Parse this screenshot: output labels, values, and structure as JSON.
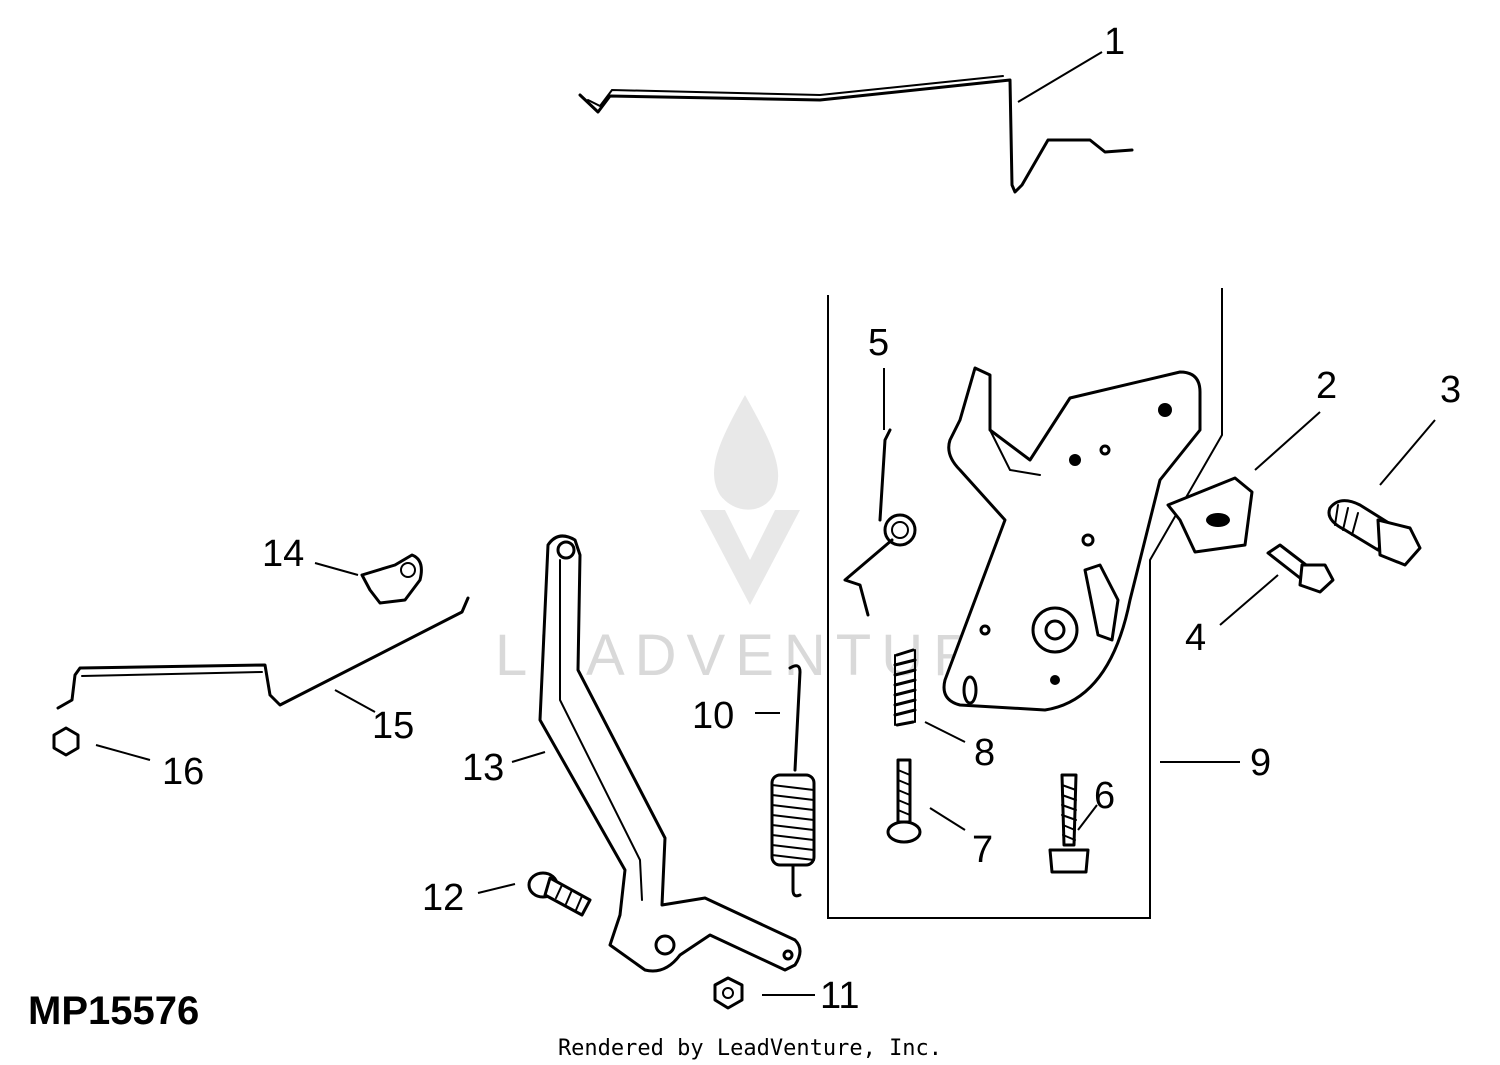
{
  "diagram": {
    "code": "MP15576",
    "credit": "Rendered by LeadVenture, Inc.",
    "watermark": "LEADVENTURE",
    "callouts": [
      "1",
      "2",
      "3",
      "4",
      "5",
      "6",
      "7",
      "8",
      "9",
      "10",
      "11",
      "12",
      "13",
      "14",
      "15",
      "16"
    ]
  }
}
